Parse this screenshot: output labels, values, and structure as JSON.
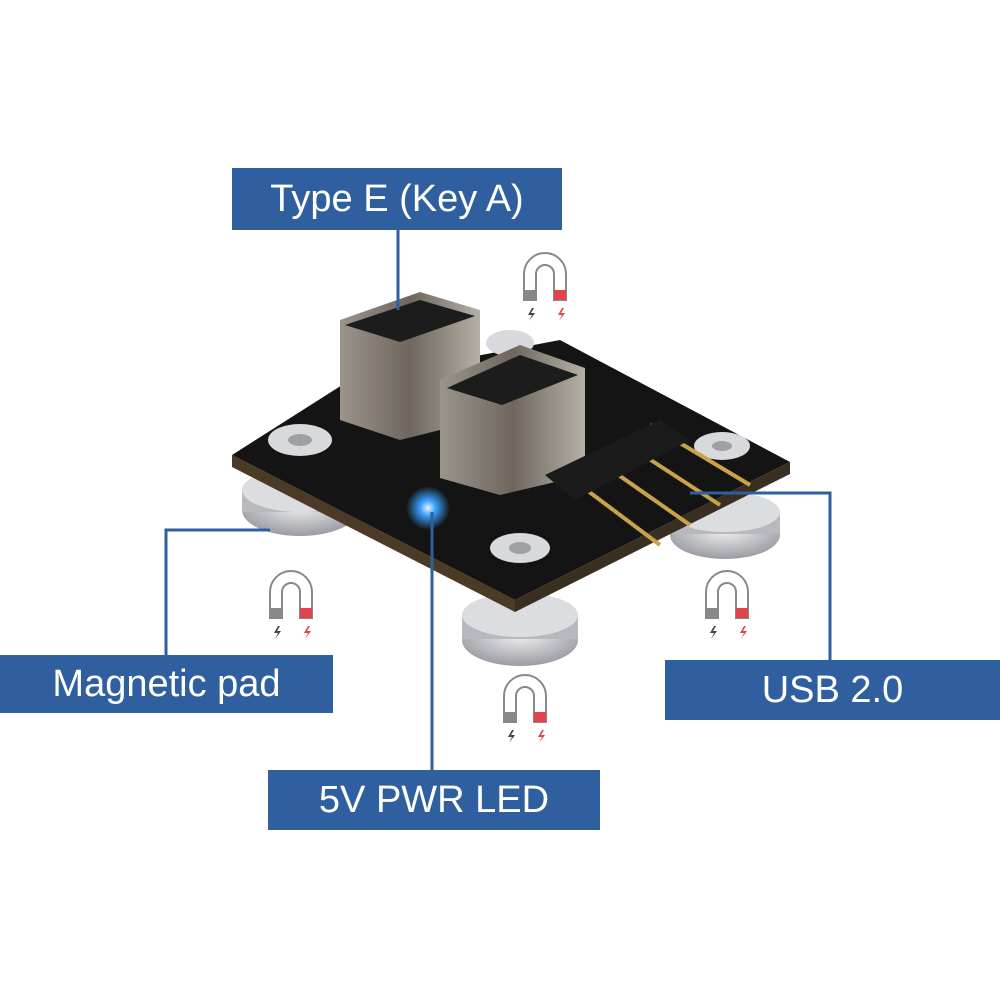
{
  "labels": {
    "type_e": "Type E (Key A)",
    "magnetic_pad": "Magnetic pad",
    "pwr_led": "5V PWR LED",
    "usb": "USB 2.0"
  },
  "colors": {
    "label_bg": "#2f5f9f",
    "magnet_red": "#e0454e",
    "magnet_gray": "#777777",
    "led": "#3aa0ff"
  },
  "icons": [
    "magnet-icon",
    "lightning-icon"
  ]
}
